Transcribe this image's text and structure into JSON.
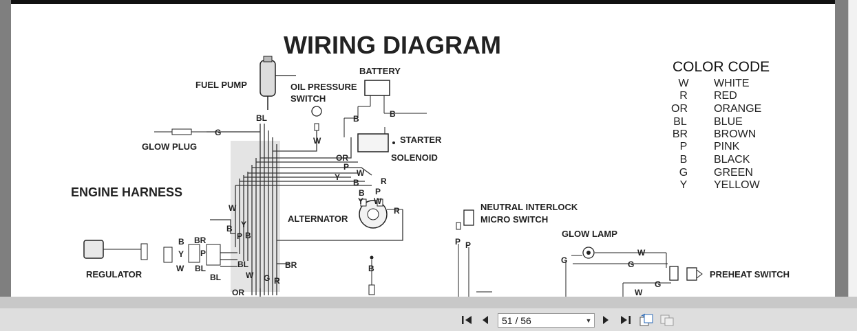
{
  "diagram": {
    "title": "WIRING DIAGRAM",
    "labels": {
      "fuel_pump": "FUEL PUMP",
      "battery": "BATTERY",
      "oil_pressure": "OIL PRESSURE",
      "switch": "SWITCH",
      "glow_plug": "GLOW PLUG",
      "starter": "STARTER",
      "solenoid": "SOLENOID",
      "engine_harness": "ENGINE HARNESS",
      "alternator": "ALTERNATOR",
      "neutral_interlock": "NEUTRAL INTERLOCK",
      "micro_switch": "MICRO SWITCH",
      "glow_lamp": "GLOW LAMP",
      "regulator": "REGULATOR",
      "preheat_switch": "PREHEAT SWITCH"
    },
    "color_code": {
      "heading": "COLOR CODE",
      "entries": [
        {
          "code": "W",
          "name": "WHITE"
        },
        {
          "code": "R",
          "name": "RED"
        },
        {
          "code": "OR",
          "name": "ORANGE"
        },
        {
          "code": "BL",
          "name": "BLUE"
        },
        {
          "code": "BR",
          "name": "BROWN"
        },
        {
          "code": "P",
          "name": "PINK"
        },
        {
          "code": "B",
          "name": "BLACK"
        },
        {
          "code": "G",
          "name": "GREEN"
        },
        {
          "code": "Y",
          "name": "YELLOW"
        }
      ]
    },
    "wire_tags": {
      "bl": "BL",
      "g": "G",
      "b": "B",
      "w": "W",
      "or": "OR",
      "p": "P",
      "y": "Y",
      "r": "R",
      "br": "BR"
    }
  },
  "toolbar": {
    "first_page_icon": "skip-first-icon",
    "prev_page_icon": "prev-icon",
    "page_indicator": "51 / 56",
    "next_page_icon": "next-icon",
    "last_page_icon": "skip-last-icon",
    "rotate_icon": "page-rotate-icon",
    "thumbnails_icon": "thumbnails-icon"
  },
  "colors": {
    "viewer_bg": "#7f7f7f",
    "page_bg": "#ffffff",
    "toolbar_bg": "#dedede",
    "ink": "#222222"
  }
}
